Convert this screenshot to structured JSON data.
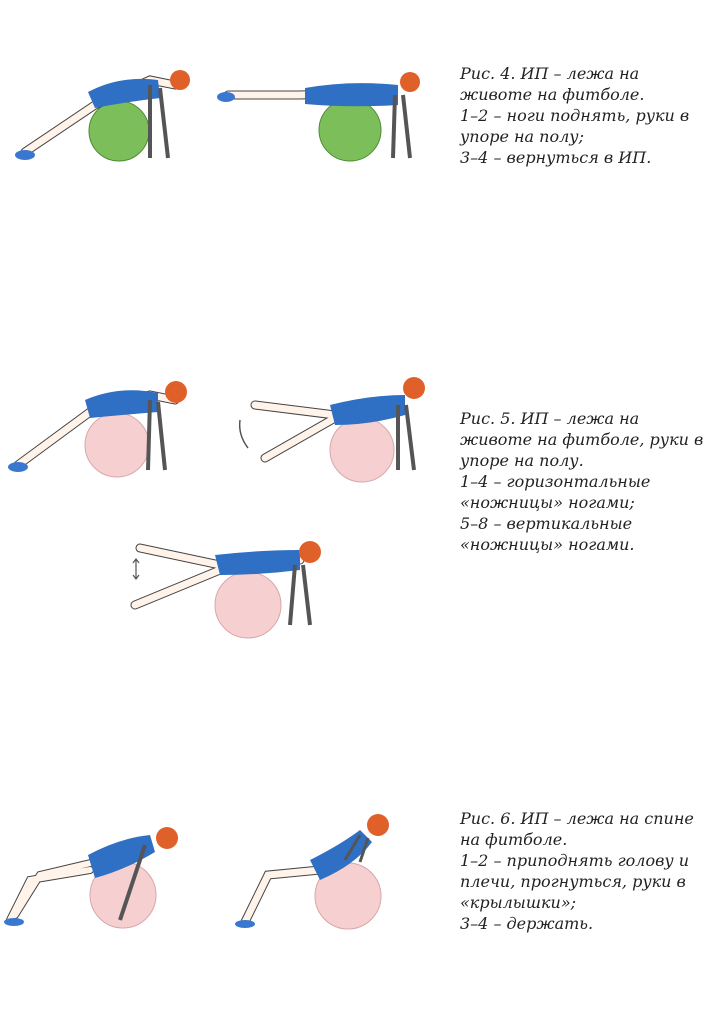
{
  "figures": [
    {
      "caption": [
        "Рис. 4. ИП – лежа на",
        "животе на фитболе.",
        "1–2 – ноги поднять, руки в",
        "упоре на полу;",
        "3–4 – вернуться в ИП."
      ],
      "ball_color": "#7cbf5a"
    },
    {
      "caption": [
        "Рис. 5. ИП – лежа на",
        "животе на фитболе, руки в",
        "упоре на полу.",
        "1–4 – горизонтальные",
        "«ножницы» ногами;",
        "5–8 – вертикальные",
        "«ножницы» ногами."
      ],
      "ball_color": "#f6cfd0"
    },
    {
      "caption": [
        "Рис. 6. ИП – лежа на спине",
        "на фитболе.",
        "1–2 – приподнять голову и",
        "плечи, прогнуться, руки в",
        "«крылышки»;",
        "3–4 – держать."
      ],
      "ball_color": "#f6cfd0"
    }
  ],
  "colors": {
    "suit": "#2f6fc4",
    "hair": "#e0602a",
    "shoe": "#3a78d0",
    "skin": "#fff3ea"
  }
}
